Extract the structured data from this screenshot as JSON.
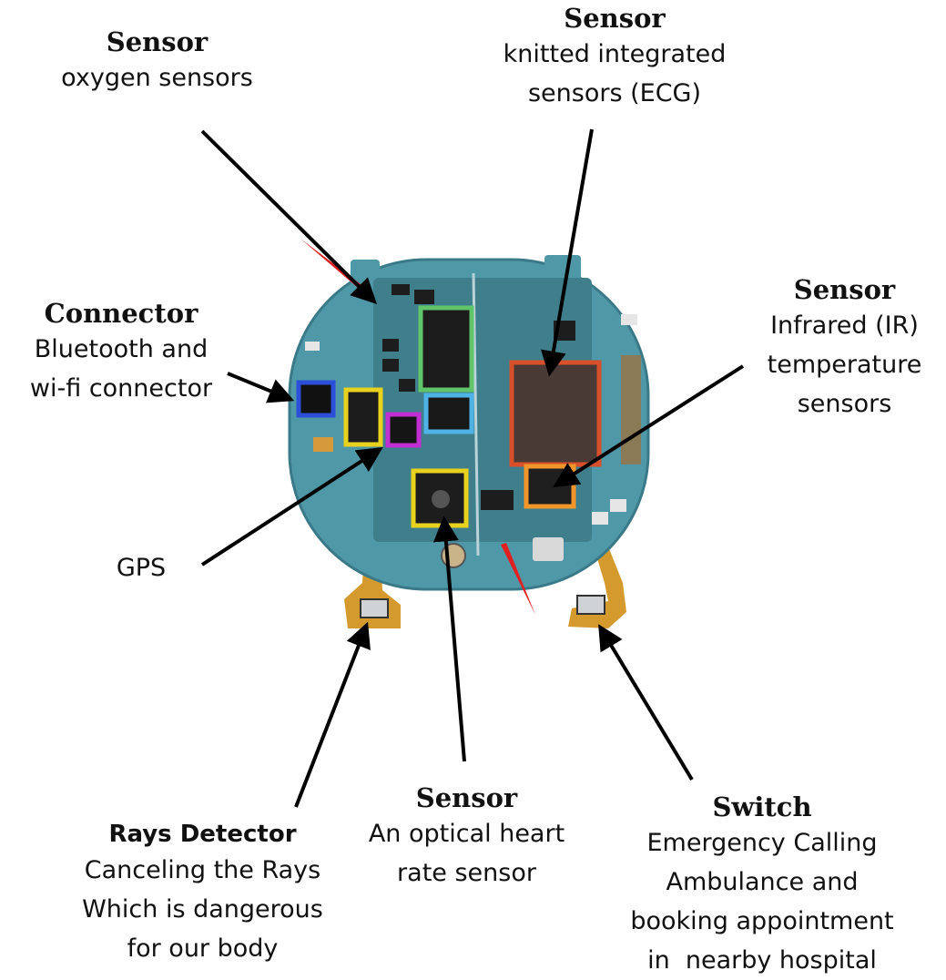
{
  "labels": {
    "oxygen": {
      "title": "Sensor",
      "lines": [
        "oxygen sensors"
      ]
    },
    "ecg": {
      "title": "Sensor",
      "lines": [
        "knitted integrated",
        "sensors (ECG)"
      ]
    },
    "connector": {
      "title": "Connector",
      "lines": [
        "Bluetooth and",
        "wi-fi connector"
      ]
    },
    "infrared": {
      "title": "Sensor",
      "lines": [
        "Infrared (IR)",
        "temperature",
        "sensors"
      ]
    },
    "gps": {
      "lines": [
        "GPS"
      ]
    },
    "rays": {
      "title": "Rays Detector",
      "lines": [
        "Canceling the Rays",
        "Which is dangerous",
        "for our body"
      ]
    },
    "heart": {
      "title": "Sensor",
      "lines": [
        "An optical heart",
        "rate sensor"
      ]
    },
    "switch": {
      "title": "Switch",
      "lines": [
        "Emergency Calling",
        "Ambulance and",
        "booking appointment",
        "in  nearby hospital"
      ]
    }
  },
  "components": [
    {
      "name": "bluetooth-wifi-chip",
      "color": "#2b4fd8"
    },
    {
      "name": "gps-chip",
      "color": "#e8d21e"
    },
    {
      "name": "small-chip-magenta",
      "color": "#c22fd0"
    },
    {
      "name": "ecg-chip",
      "color": "#5fc46a"
    },
    {
      "name": "small-chip-blue",
      "color": "#4fb3e8"
    },
    {
      "name": "main-processor",
      "color": "#d8502a"
    },
    {
      "name": "infrared-chip",
      "color": "#f0962a"
    },
    {
      "name": "heart-rate-chip",
      "color": "#e8d21e"
    }
  ]
}
